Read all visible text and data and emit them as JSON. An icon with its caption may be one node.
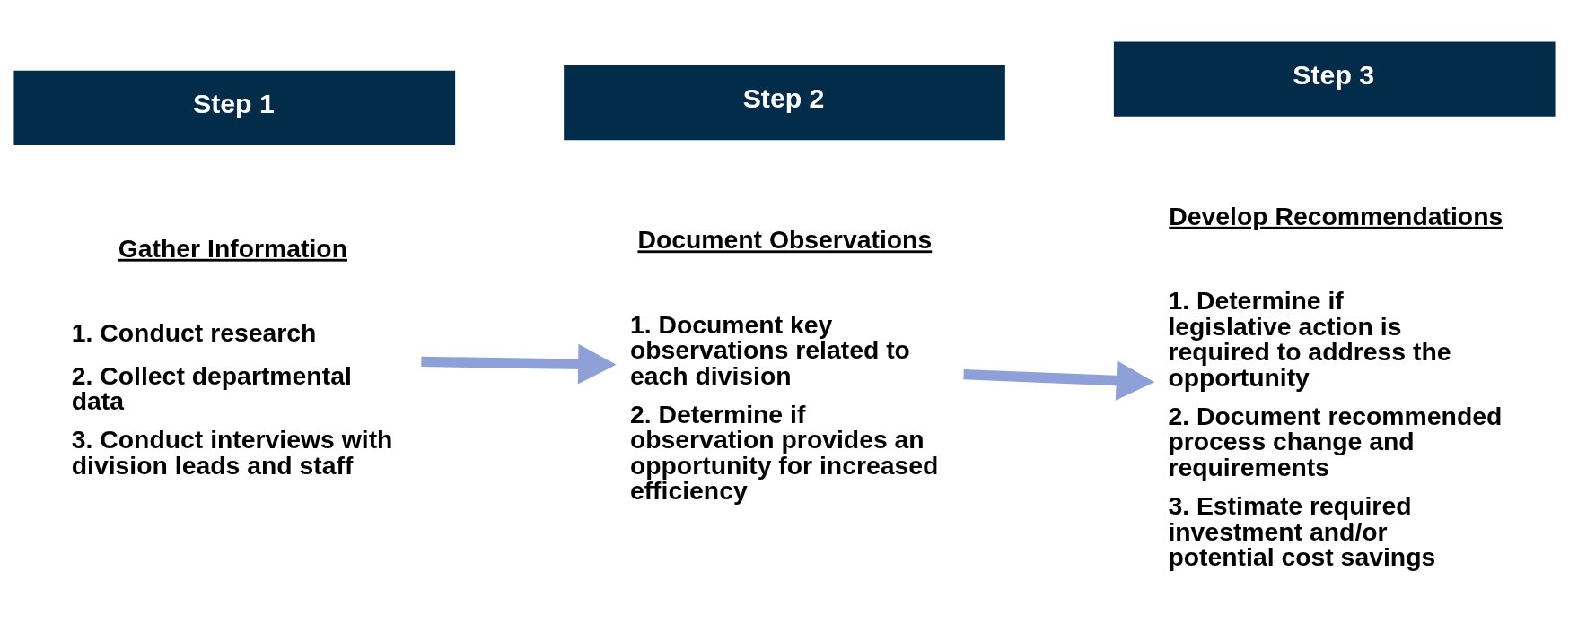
{
  "diagram": {
    "nodes": [
      {
        "text": [
          "Step 1"
        ]
      },
      {
        "text": [
          "Step 2"
        ]
      },
      {
        "text": [
          "Step 3"
        ]
      },
      {
        "text": [
          "Gather Information",
          "1. Conduct research",
          "2. Collect departmental data",
          "3. Conduct interviews with division leads and staff"
        ]
      },
      {
        "text": [
          "Document Observations",
          "1. Document key observations related to each division",
          "2. Determine if observation provides an opportunity for increased efficiency"
        ]
      },
      {
        "text": [
          "Develop Recommendations",
          "1. Determine if legislative action is required to address the opportunity",
          "2. Document recommended process change and requirements",
          "3. Estimate required investment and/or potential cost savings"
        ]
      }
    ],
    "edges": [
      {
        "from": 3,
        "to": 4,
        "arrow": "to"
      },
      {
        "from": 4,
        "to": 5,
        "arrow": "to"
      }
    ]
  }
}
